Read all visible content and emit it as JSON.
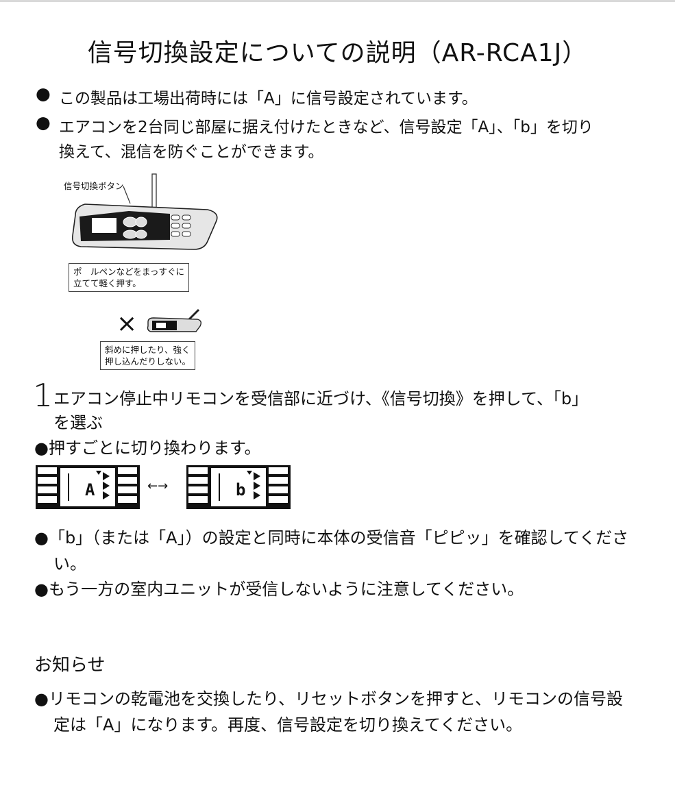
{
  "title": "信号切換設定についての説明（AR-RCA1J）",
  "bullets_top": [
    "この製品は工場出荷時には「A」に信号設定されています。",
    "エアコンを2台同じ部屋に据え付けたときなど、信号設定「A」、「b」を切り",
    "換えて、混信を防ぐことができます。"
  ],
  "bullet_symbol": "●",
  "figure": {
    "button_label": "信号切換ボタン",
    "callout_ok": "ポ　ルペンなどをまっすぐに\n立てて軽く押す。",
    "cross_mark": "×",
    "callout_ng": "斜めに押したり、強く\n押し込んだりしない。"
  },
  "step": {
    "number": "1",
    "line1": "エアコン停止中リモコンを受信部に近づけ、《信号切換》を押して、「b」",
    "line2": "を選ぶ",
    "note": "●押すごとに切り換わります。"
  },
  "displays": {
    "left_char": "A",
    "right_char": "b",
    "arrow": "←→"
  },
  "notes": [
    "●「b」（または「A」）の設定と同時に本体の受信音「ピピッ」を確認してくださ",
    "い。",
    "●もう一方の室内ユニットが受信しないように注意してください。"
  ],
  "notice": {
    "heading": "お知らせ",
    "line1": "●リモコンの乾電池を交換したり、リセットボタンを押すと、リモコンの信号設",
    "line2": "定は「A」になります。再度、信号設定を切り換えてください。"
  }
}
